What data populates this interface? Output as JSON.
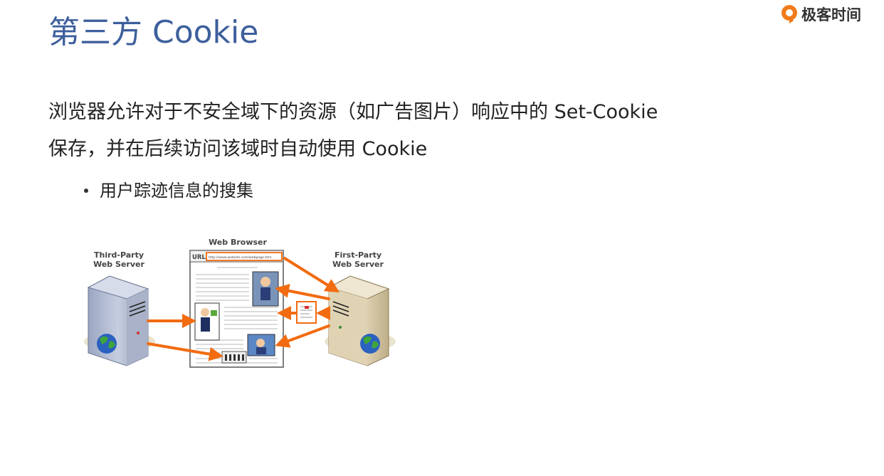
{
  "header": {
    "title": "第三方 Cookie",
    "logo_text": "极客时间"
  },
  "content": {
    "line1": "浏览器允许对于不安全域下的资源（如广告图片）响应中的 Set-Cookie",
    "line2": "保存，并在后续访问该域时自动使用 Cookie",
    "bullets": [
      "用户踪迹信息的搜集"
    ]
  },
  "diagram": {
    "browser_label": "Web Browser",
    "third_party_label_1": "Third-Party",
    "third_party_label_2": "Web Server",
    "first_party_label_1": "First-Party",
    "first_party_label_2": "Web Server",
    "url_label": "URL",
    "url_text": "http://www.website.com/webpage.htm",
    "arrow_color": "#f26b10"
  },
  "colors": {
    "title": "#3d5f9c",
    "text": "#222222",
    "logo_accent": "#f07b1a"
  }
}
